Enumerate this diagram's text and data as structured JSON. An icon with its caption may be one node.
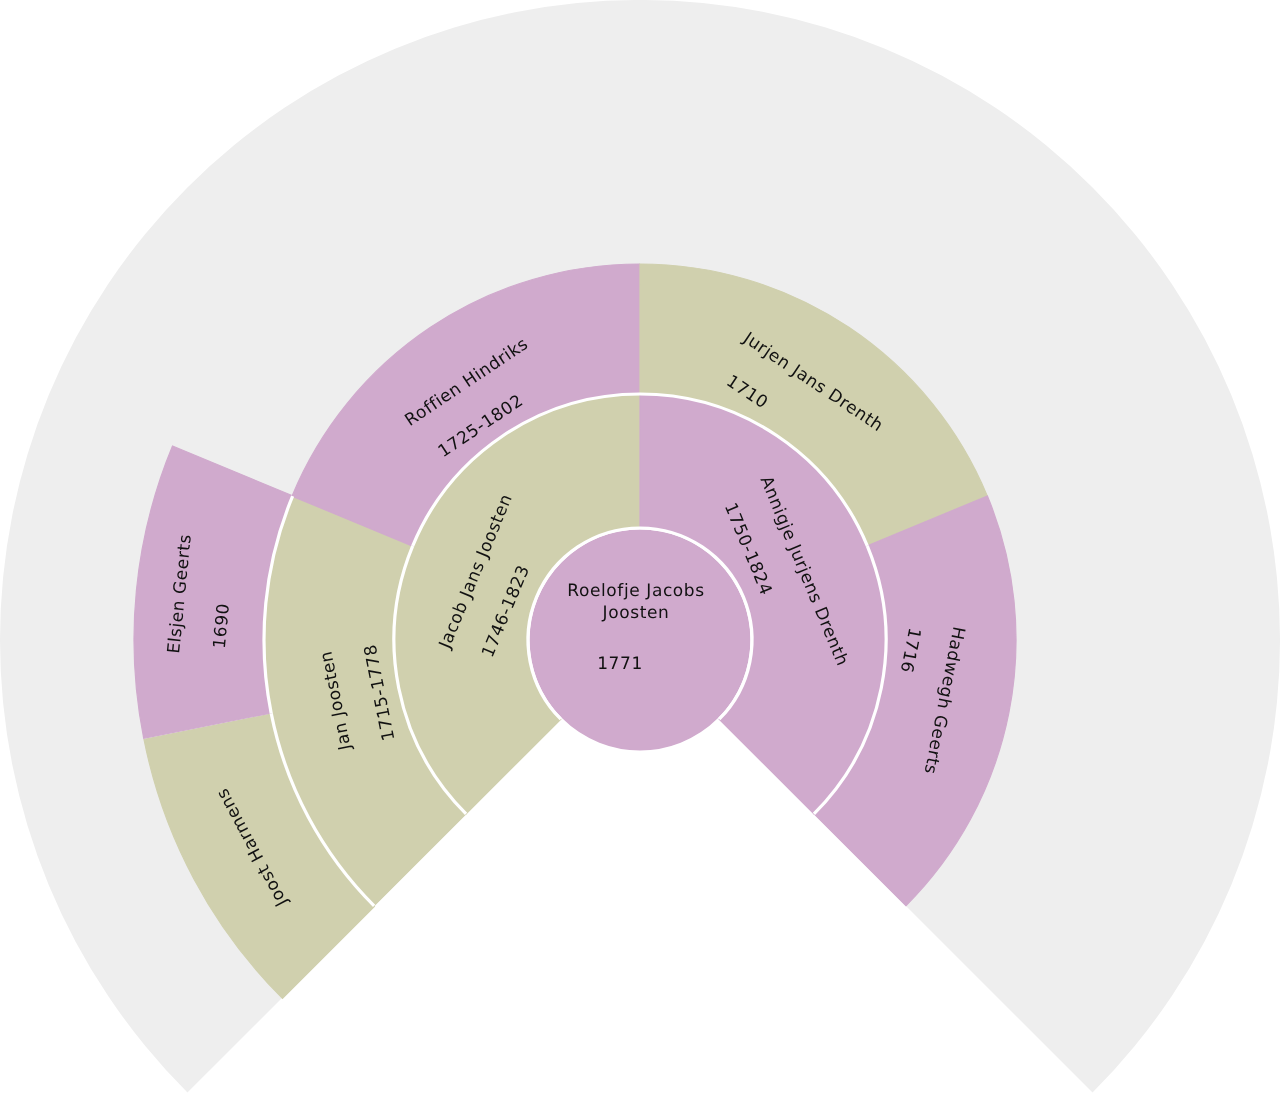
{
  "diagram": {
    "nodes": [
      {
        "text": [
          "Roelofje Jacobs Joosten",
          "1771"
        ]
      },
      {
        "text": [
          "Jacob Jans Joosten",
          "1746-1823"
        ]
      },
      {
        "text": [
          "Annigje Jurjens Drenth",
          "1750-1824"
        ]
      },
      {
        "text": [
          "Jan Joosten",
          "1715-1778"
        ]
      },
      {
        "text": [
          "Roffien Hindriks",
          "1725-1802"
        ]
      },
      {
        "text": [
          "Jurjen Jans Drenth",
          "1710"
        ]
      },
      {
        "text": [
          "Hadwegh Geerts",
          "1716"
        ]
      },
      {
        "text": [
          "Joost Harmens"
        ]
      },
      {
        "text": [
          "Elsjen Geerts",
          "1690"
        ]
      }
    ]
  }
}
